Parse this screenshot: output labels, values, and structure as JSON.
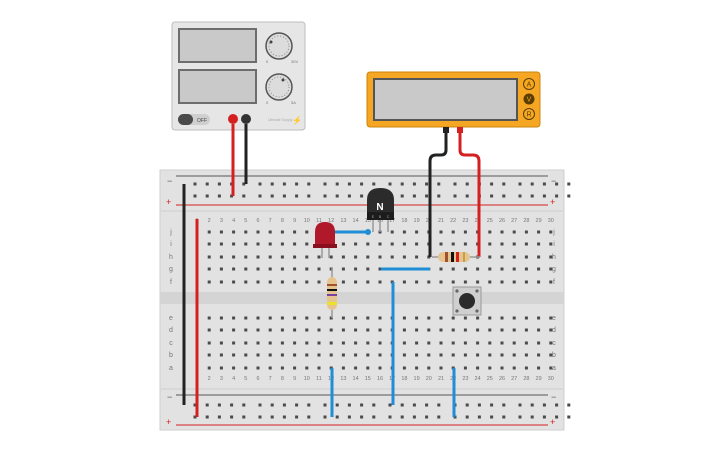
{
  "power_supply": {
    "switch_label": "OFF",
    "knob_top_min": "0",
    "knob_top_max": "30V",
    "knob_bottom_min": "0",
    "knob_bottom_max": "5A",
    "brand": "Ultimate Supply"
  },
  "multimeter": {
    "mode_a": "A",
    "mode_v": "V",
    "mode_r": "R"
  },
  "breadboard": {
    "rail_minus": "−",
    "rail_plus": "+",
    "rows_top": [
      "j",
      "i",
      "h",
      "g",
      "f"
    ],
    "rows_bottom": [
      "e",
      "d",
      "c",
      "b",
      "a"
    ],
    "column_count": 30
  },
  "transistor": {
    "label": "N",
    "pins": [
      "E",
      "B",
      "C"
    ]
  },
  "colors": {
    "wire_red": "#d42020",
    "wire_black": "#222222",
    "wire_blue": "#1f8ed6",
    "multimeter_body": "#f5a623",
    "led": "#b0192a"
  }
}
